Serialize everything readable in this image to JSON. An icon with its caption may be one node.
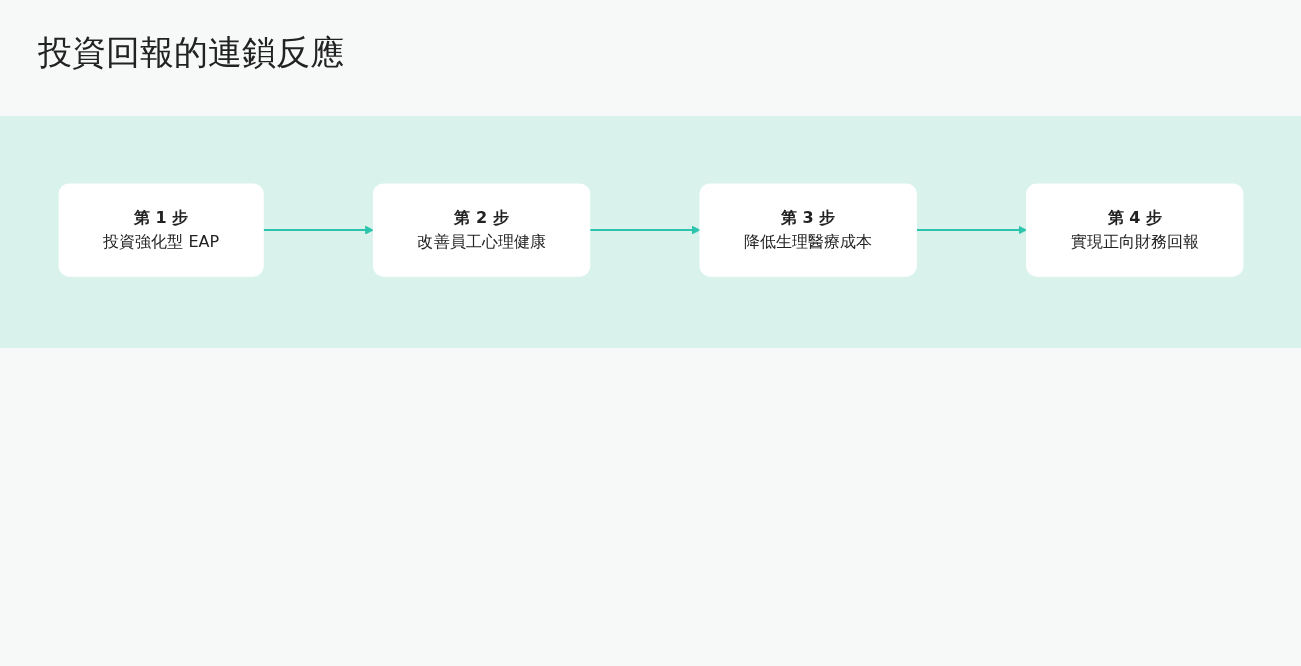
{
  "diagram": {
    "title": "投資回報的連鎖反應",
    "nodes": [
      {
        "text": [
          "第 1 步",
          "投資強化型 EAP"
        ]
      },
      {
        "text": [
          "第 2 步",
          "改善員工心理健康"
        ]
      },
      {
        "text": [
          "第 3 步",
          "降低生理醫療成本"
        ]
      },
      {
        "text": [
          "第 4 步",
          "實現正向財務回報"
        ]
      }
    ],
    "edges": [
      {
        "from": 0,
        "to": 1,
        "arrow": "to"
      },
      {
        "from": 1,
        "to": 2,
        "arrow": "to"
      },
      {
        "from": 2,
        "to": 3,
        "arrow": "to"
      }
    ]
  }
}
